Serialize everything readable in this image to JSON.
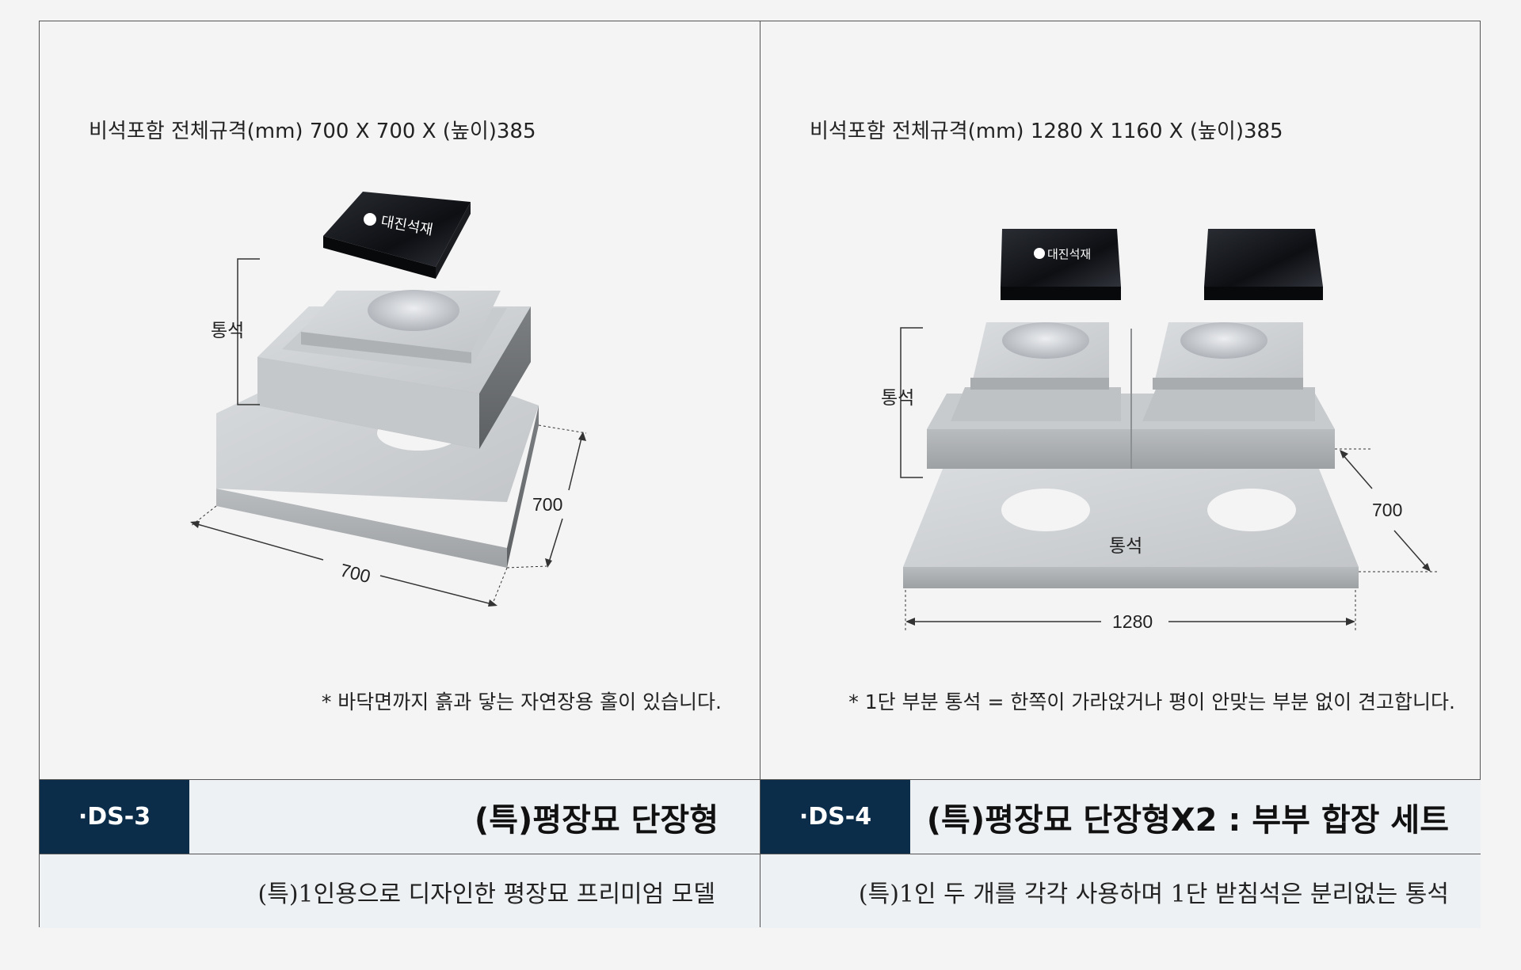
{
  "products": [
    {
      "spec": "비석포함 전체규격(mm) 700 X 700 X (높이)385",
      "logo_text": "대진석재",
      "label_tongseok": "통석",
      "dim_width": "700",
      "dim_depth": "700",
      "note": "*  바닥면까지 흙과 닿는 자연장용 홀이 있습니다.",
      "code": "·DS-3",
      "title": "(특)평장묘 단장형",
      "subtitle": "(특)1인용으로 디자인한 평장묘 프리미엄 모델"
    },
    {
      "spec": "비석포함 전체규격(mm) 1280 X 1160 X (높이)385",
      "logo_text": "대진석재",
      "label_tongseok": "통석",
      "label_base": "통석",
      "dim_width": "1280",
      "dim_depth": "700",
      "note": "*  1단 부분 통석 = 한쪽이 가라앉거나 평이 안맞는 부분 없이 견고합니다.",
      "code": "·DS-4",
      "title": "(특)평장묘 단장형X2 : 부부 합장 세트",
      "subtitle": "(특)1인 두 개를 각각 사용하며 1단 받침석은 분리없는 통석"
    }
  ],
  "colors": {
    "code_bg": "#0b2d4a",
    "band_bg": "#eef1f3",
    "granite": "#c9cccf",
    "black_stone": "#111318"
  }
}
